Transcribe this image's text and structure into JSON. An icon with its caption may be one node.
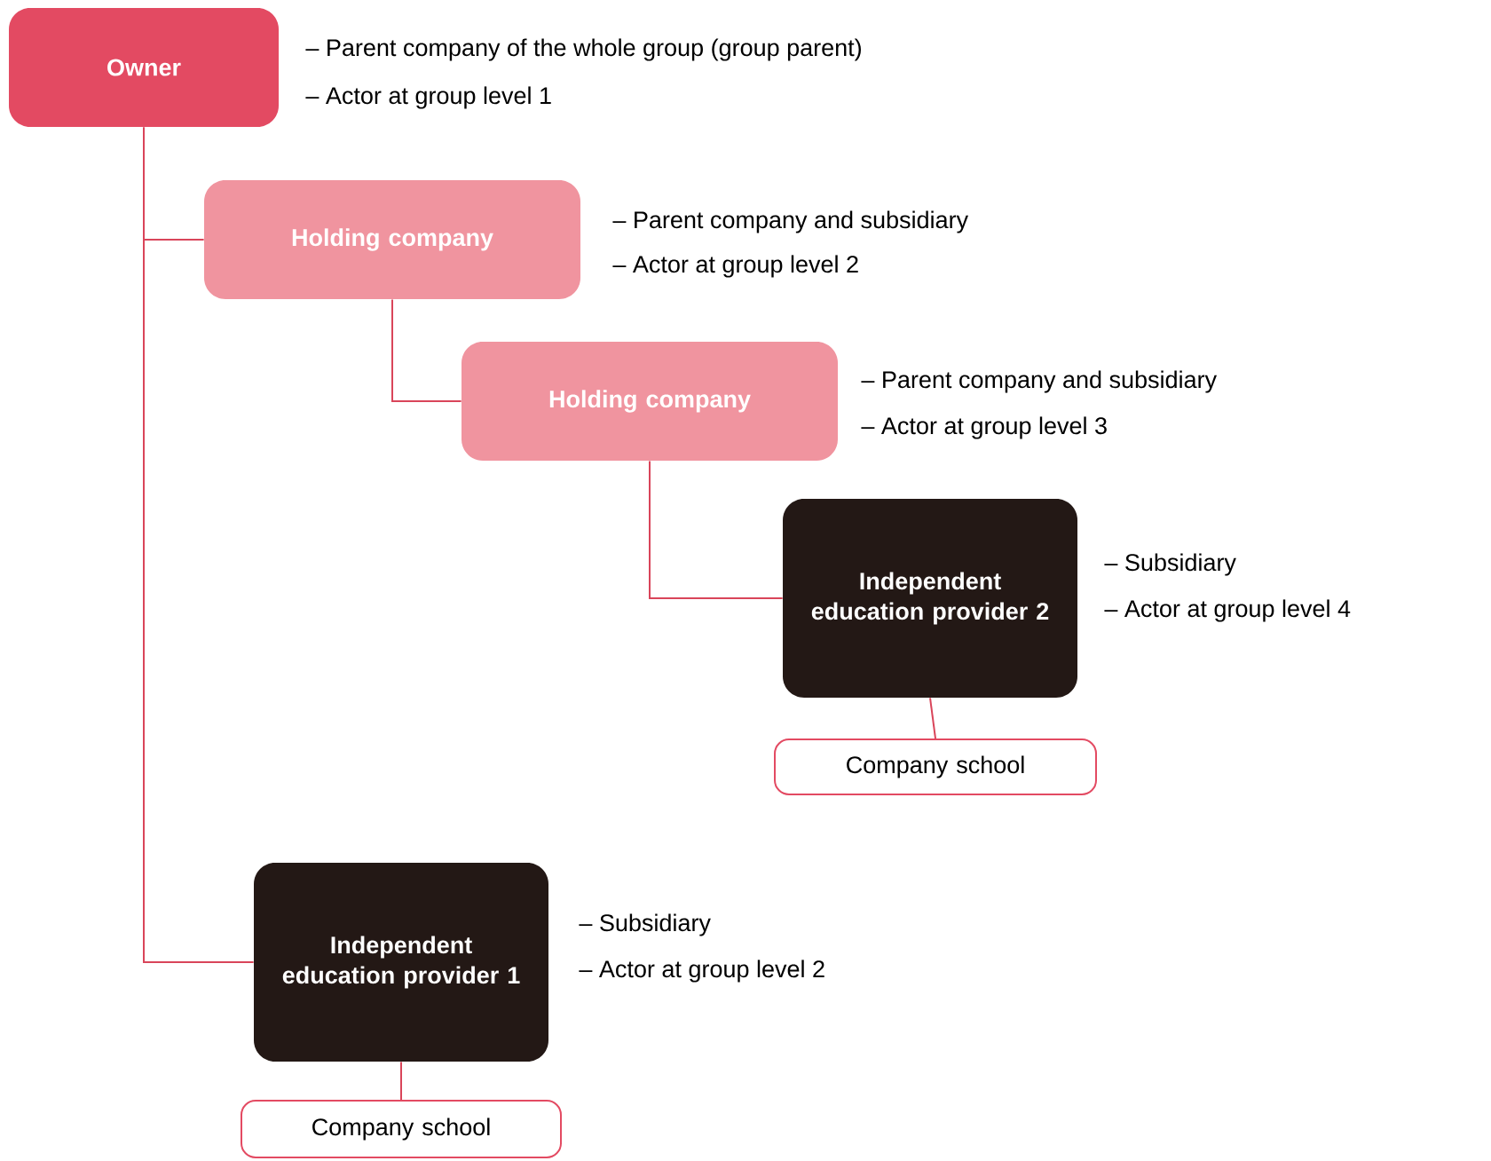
{
  "diagram": {
    "nodes": [
      {
        "text": [
          "Owner"
        ],
        "beside": [
          "– Parent company of the whole group (group parent)",
          "– Actor at group level 1"
        ]
      },
      {
        "text": [
          "Holding company"
        ],
        "beside": [
          "– Parent company and subsidiary",
          "– Actor at group level 2"
        ]
      },
      {
        "text": [
          "Holding company"
        ],
        "beside": [
          "– Parent company and subsidiary",
          "– Actor at group level 3"
        ]
      },
      {
        "text": [
          "Independent education provider 2"
        ],
        "beside": [
          "– Subsidiary",
          "– Actor at group level 4"
        ]
      },
      {
        "text": [
          "Company school"
        ]
      },
      {
        "text": [
          "Independent education provider 1"
        ],
        "beside": [
          "– Subsidiary",
          "– Actor at group level 2"
        ]
      },
      {
        "text": [
          "Company school"
        ]
      }
    ],
    "edges": [
      {
        "from": 0,
        "to": 1,
        "arrow": "none"
      },
      {
        "from": 1,
        "to": 2,
        "arrow": "none"
      },
      {
        "from": 2,
        "to": 3,
        "arrow": "none"
      },
      {
        "from": 3,
        "to": 4,
        "arrow": "none"
      },
      {
        "from": 0,
        "to": 5,
        "arrow": "none"
      },
      {
        "from": 5,
        "to": 6,
        "arrow": "none"
      }
    ]
  }
}
